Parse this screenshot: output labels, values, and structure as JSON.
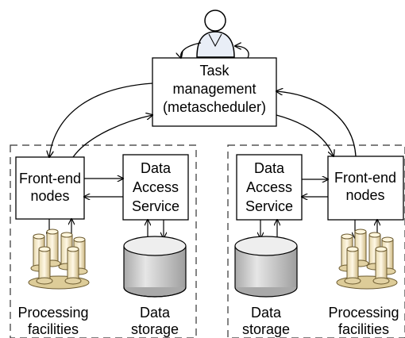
{
  "diagram": {
    "task_box": {
      "lines": [
        "Task",
        "management",
        "(metascheduler)"
      ]
    },
    "left_site": {
      "frontend": {
        "lines": [
          "Front-end",
          "nodes"
        ]
      },
      "das": {
        "lines": [
          "Data",
          "Access",
          "Service"
        ]
      },
      "processing_label": {
        "lines": [
          "Processing",
          "facilities"
        ]
      },
      "storage_label": {
        "lines": [
          "Data",
          "storage"
        ]
      }
    },
    "right_site": {
      "das": {
        "lines": [
          "Data",
          "Access",
          "Service"
        ]
      },
      "frontend": {
        "lines": [
          "Front-end",
          "nodes"
        ]
      },
      "storage_label": {
        "lines": [
          "Data",
          "storage"
        ]
      },
      "processing_label": {
        "lines": [
          "Processing",
          "facilities"
        ]
      }
    },
    "icons": {
      "user": "user-icon",
      "processing": "server-cluster-icon",
      "storage": "database-cylinder-icon"
    },
    "colors": {
      "stroke": "#000000",
      "dashed": "#333333",
      "cylinder_top": "#ececec",
      "cylinder_body": "#c8c8c8",
      "server_light": "#fbf3dc",
      "server_dark": "#d8c79a"
    }
  }
}
